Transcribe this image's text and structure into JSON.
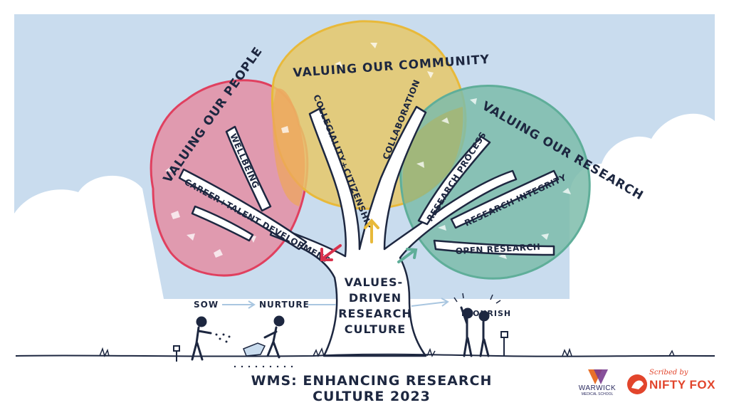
{
  "canopies": {
    "people": {
      "title": "VALUING OUR PEOPLE",
      "branches": [
        "WELLBEING",
        "CAREER+TALENT DEVELOPMENT"
      ],
      "color": "#e0607e"
    },
    "community": {
      "title": "VALUING OUR COMMUNITY",
      "branches": [
        "COLLEGIALITY+CITIZENSHIP",
        "COLLABORATION"
      ],
      "color": "#e8b93a"
    },
    "research": {
      "title": "VALUING OUR RESEARCH",
      "branches": [
        "RESEARCH PROCESS",
        "RESEARCH INTEGRITY",
        "OPEN RESEARCH"
      ],
      "color": "#5fae99"
    }
  },
  "trunk": {
    "lines": [
      "VALUES-",
      "DRIVEN",
      "RESEARCH",
      "CULTURE"
    ]
  },
  "stages": {
    "sow": "SOW",
    "nurture": "NURTURE",
    "flourish": "FLOURISH"
  },
  "footer": {
    "title": "WMS: ENHANCING RESEARCH CULTURE 2023"
  },
  "logos": {
    "warwick": {
      "name": "WARWICK",
      "sub": "MEDICAL SCHOOL"
    },
    "scribe": {
      "prefix": "Scribed by",
      "name": "NIFTY FOX"
    }
  },
  "colors": {
    "sky": "#c9dcee",
    "ink": "#1d2740",
    "arrow_people": "#d9324d",
    "arrow_community": "#e8b93a",
    "arrow_research": "#5fae99",
    "scribe": "#e2452c"
  }
}
